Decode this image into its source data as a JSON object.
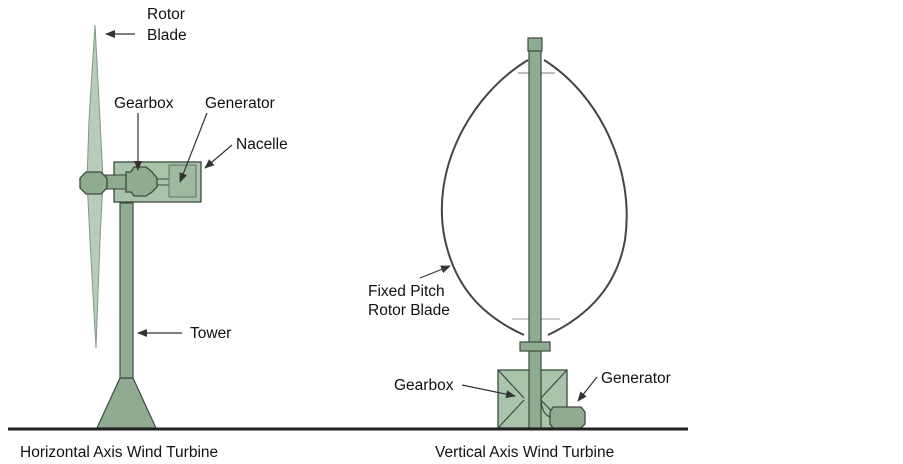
{
  "colors": {
    "body_fill": "#8fab90",
    "light_fill": "#a9c4ab",
    "blade_fill": "#b8cdb9",
    "outline": "#3d4a3e",
    "ground": "#222222",
    "arrow": "#333333"
  },
  "horizontal": {
    "caption": "Horizontal Axis Wind Turbine",
    "labels": {
      "rotor_blade_line1": "Rotor",
      "rotor_blade_line2": "Blade",
      "gearbox": "Gearbox",
      "generator": "Generator",
      "nacelle": "Nacelle",
      "tower": "Tower"
    }
  },
  "vertical": {
    "caption": "Vertical Axis Wind Turbine",
    "labels": {
      "blade_line1": "Fixed Pitch",
      "blade_line2": "Rotor Blade",
      "gearbox": "Gearbox",
      "generator": "Generator"
    }
  }
}
